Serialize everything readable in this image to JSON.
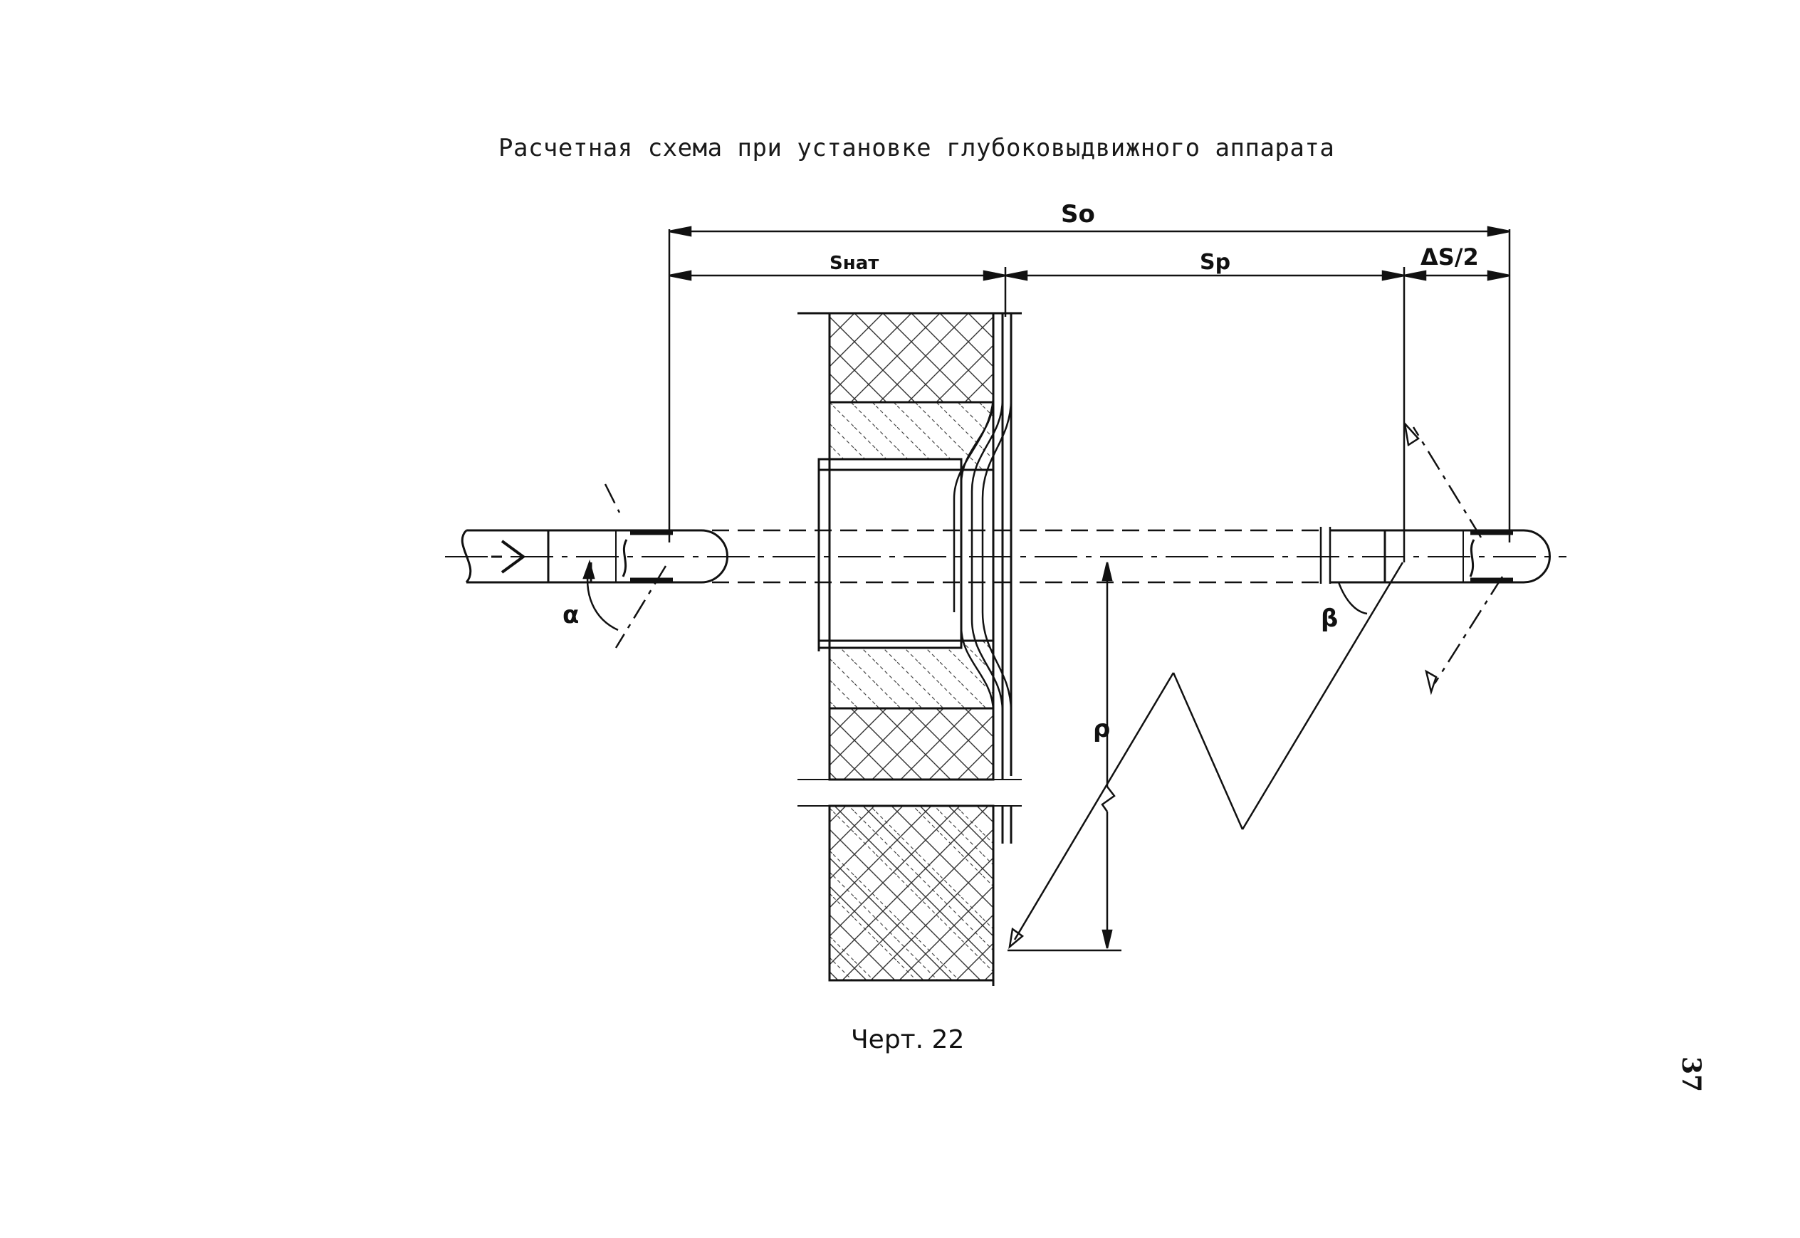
{
  "document": {
    "title": "Расчетная схема при установке глубоковыдвижного аппарата",
    "caption": "Черт. 22",
    "page_number": "37"
  },
  "dimensions": {
    "s_o": "So",
    "s_nat": "Sнат",
    "s_p": "Sр",
    "delta_s_half": "ΔS/2"
  },
  "angles": {
    "alpha": "α",
    "beta": "β"
  },
  "radius": {
    "rho": "ρ"
  }
}
